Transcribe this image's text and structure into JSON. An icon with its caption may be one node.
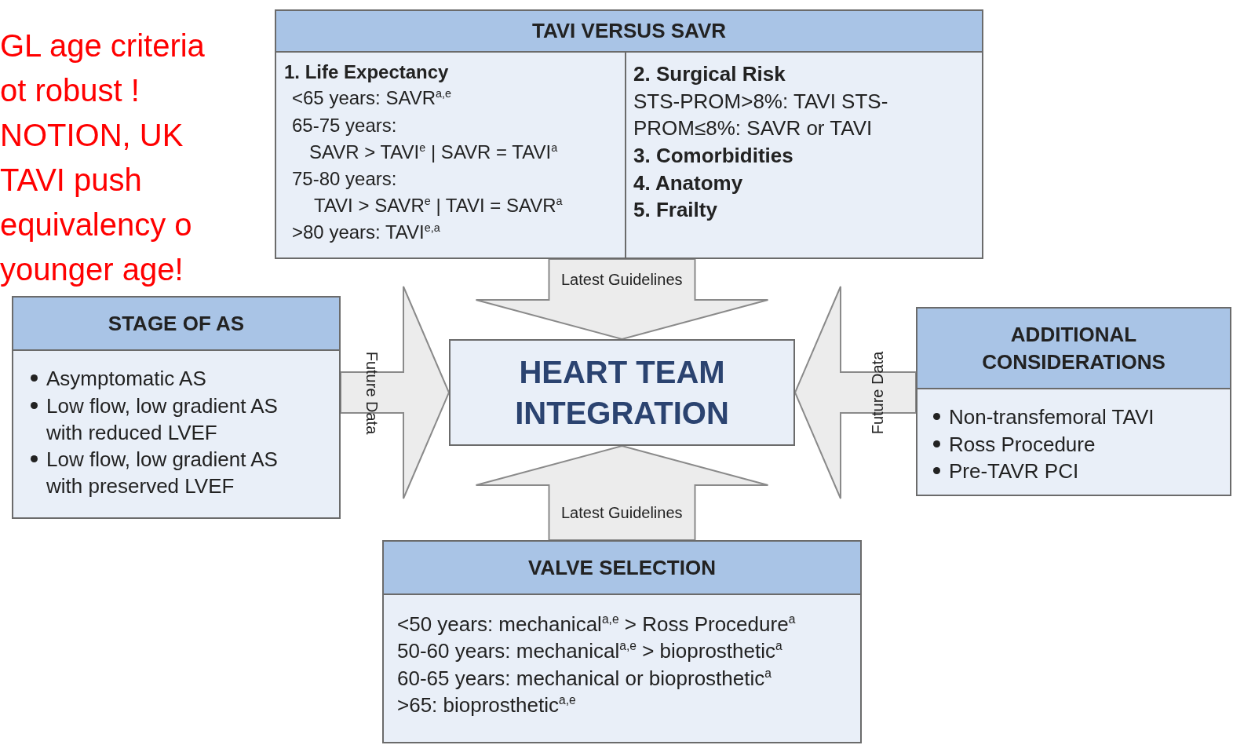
{
  "diagram": {
    "nodes": [
      {
        "text": [
          "TAVI VERSUS SAVR"
        ]
      },
      {
        "text": [
          "1. Life Expectancy",
          "<65 years: SAVR$^{a,e}$",
          "65-75 years:",
          "SAVR > TAVI$^{e}$ | SAVR = TAVI$^{a}$",
          "75-80 years:",
          "TAVI > SAVR$^{e}$ | TAVI = SAVR$^{a}$",
          ">80 years: TAVI$^{e,a}$"
        ],
        "in": 0
      },
      {
        "text": [
          "2. Surgical Risk",
          "STS-PROM>8%: TAVI STS-PROM≤8%: SAVR or TAVI",
          "3. Comorbidities",
          "4. Anatomy",
          "5. Frailty"
        ],
        "in": 0
      },
      {
        "text": [
          "STAGE OF AS",
          "Asymptomatic AS",
          "Low flow, low gradient AS with reduced LVEF",
          "Low flow, low gradient AS with preserved LVEF"
        ]
      },
      {
        "text": [
          "HEART TEAM INTEGRATION"
        ]
      },
      {
        "text": [
          "ADDITIONAL CONSIDERATIONS",
          "Non-transfemoral TAVI",
          "Ross Procedure",
          "Pre-TAVR PCI"
        ]
      },
      {
        "text": [
          "VALVE SELECTION",
          "<50 years: mechanical$^{a,e}$ > Ross Procedure$^{a}$",
          "50-60 years: mechanical$^{a,e}$ > bioprosthetic$^{a}$",
          "60-65 years: mechanical or bioprosthetic$^{a}$",
          ">65: bioprosthetic$^{a,e}$"
        ]
      }
    ],
    "edges": [
      {
        "from": 0,
        "to": 4,
        "arrow": "to",
        "label": "Latest Guidelines",
        "style": "thick"
      },
      {
        "from": 3,
        "to": 4,
        "arrow": "to",
        "label": "Future Data",
        "style": "thick"
      },
      {
        "from": 5,
        "to": 4,
        "arrow": "to",
        "label": "Future Data",
        "style": "thick"
      },
      {
        "from": 6,
        "to": 4,
        "arrow": "to",
        "label": "Latest Guidelines",
        "style": "thick"
      }
    ],
    "labels": [
      "GL age criteria ot robust ! NOTION, UK TAVI push equivalency o younger age!"
    ]
  }
}
